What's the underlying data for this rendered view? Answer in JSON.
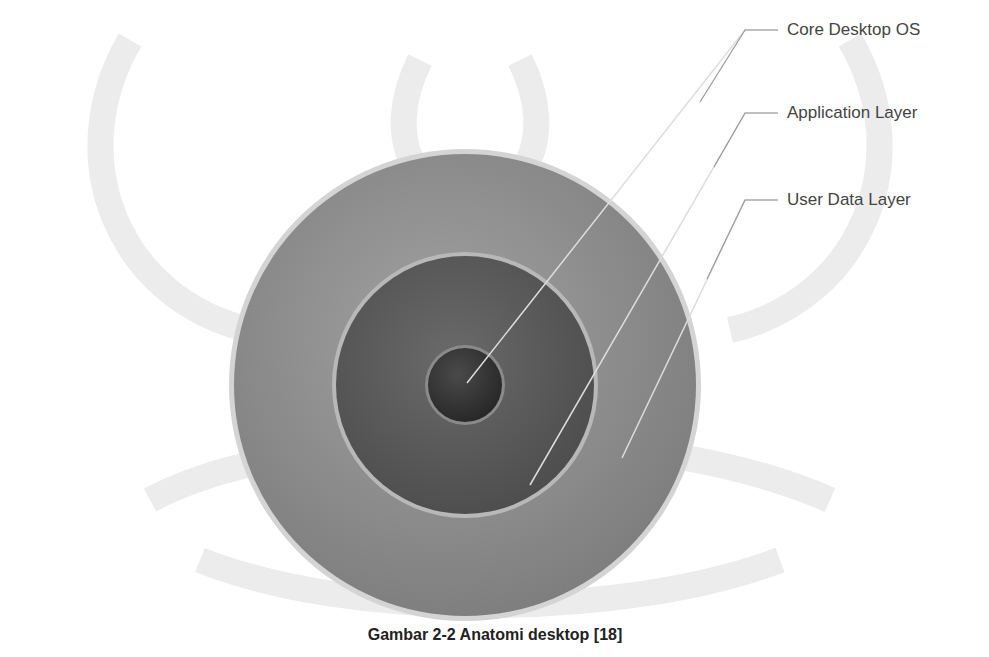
{
  "diagram": {
    "caption": "Gambar 2-2 Anatomi desktop [18]",
    "labels": [
      "Core Desktop OS",
      "Application Layer",
      "User Data Layer"
    ]
  }
}
